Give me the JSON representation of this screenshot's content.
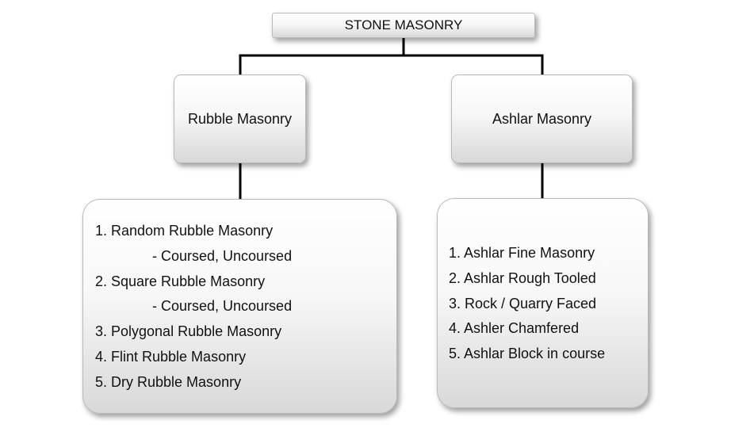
{
  "title": "STONE MASONRY",
  "rubble": {
    "label": "Rubble Masonry",
    "items": [
      "1. Random Rubble Masonry",
      "- Coursed, Uncoursed",
      "2. Square Rubble Masonry",
      "- Coursed, Uncoursed",
      "3. Polygonal Rubble Masonry",
      "4. Flint Rubble Masonry",
      "5. Dry Rubble Masonry"
    ]
  },
  "ashlar": {
    "label": "Ashlar Masonry",
    "items": [
      "1. Ashlar Fine Masonry",
      "2. Ashlar Rough Tooled",
      "3. Rock / Quarry Faced",
      "4. Ashler Chamfered",
      "5. Ashlar Block in course"
    ]
  },
  "colors": {
    "connector": "#000000",
    "box_border": "#b9b9b9",
    "box_gradient_top": "#ffffff",
    "box_gradient_bottom": "#d8d8d8"
  }
}
